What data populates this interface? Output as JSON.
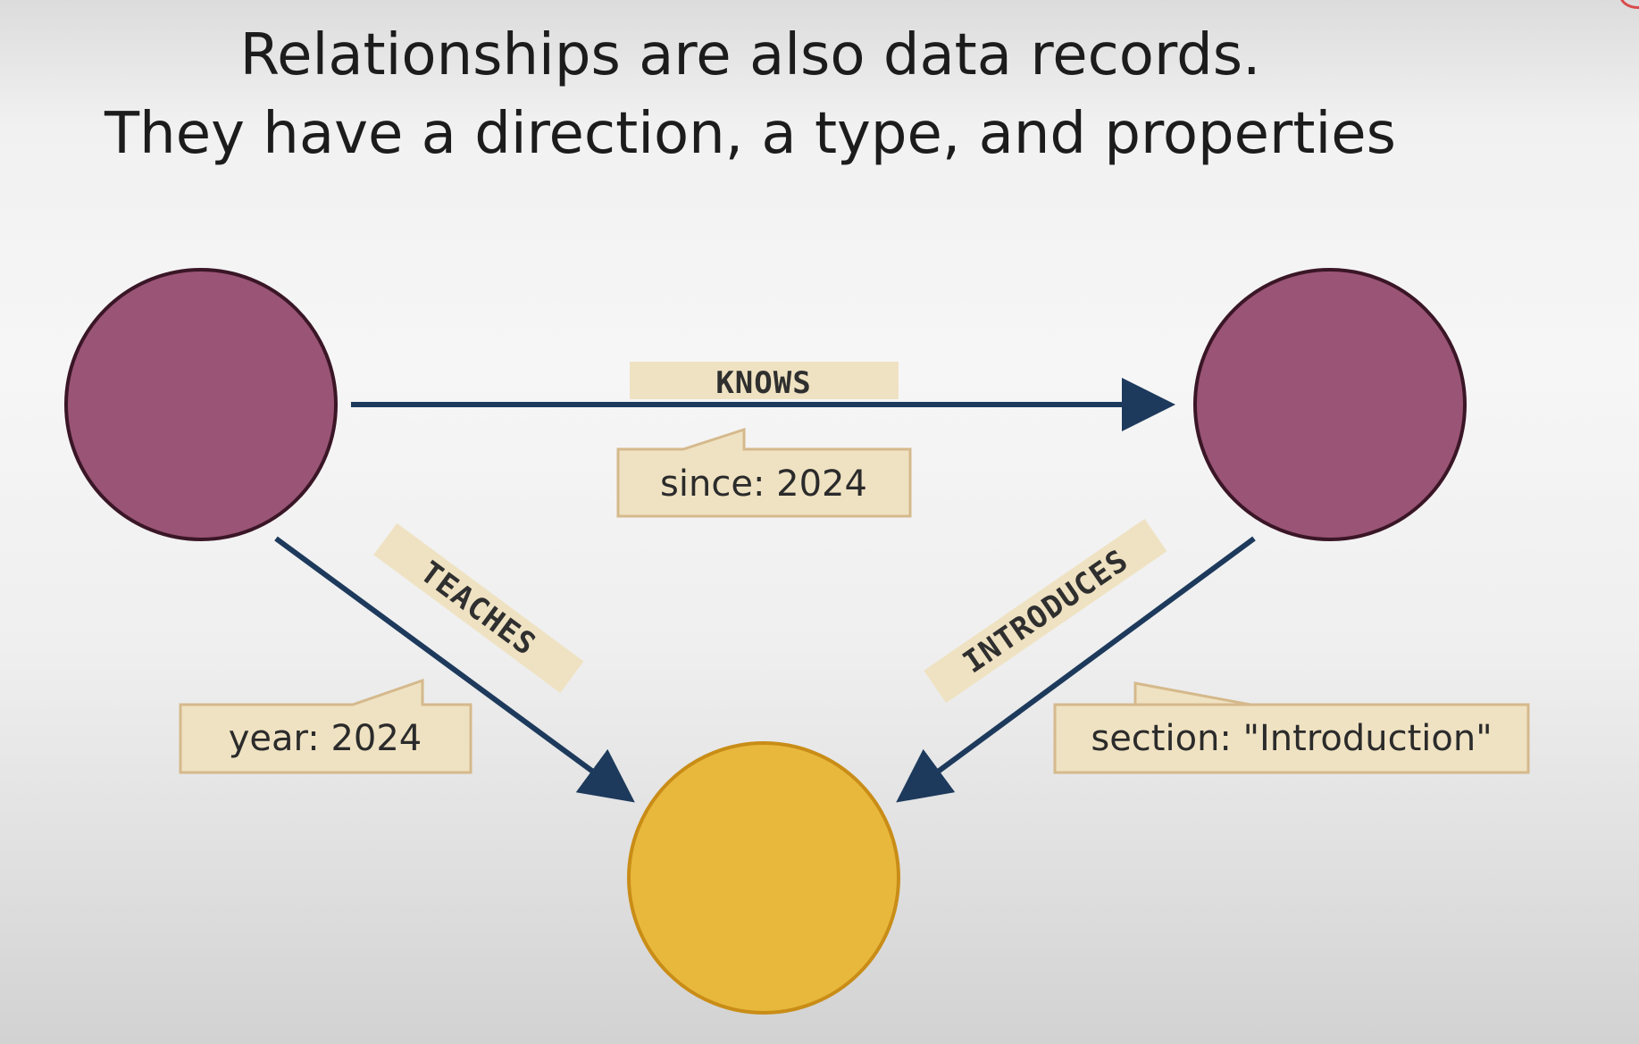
{
  "title": {
    "line1": "Relationships are also data records.",
    "line2": "They have a direction, a type, and properties"
  },
  "colors": {
    "person_node_fill": "#9a5476",
    "person_node_stroke": "#3a1626",
    "course_node_fill": "#e8b83c",
    "course_node_stroke": "#c98d17",
    "arrow": "#1d3a5c",
    "tag_fill": "#efe2c2",
    "tag_stroke": "#d5b98c"
  },
  "relationships": {
    "knows": {
      "type": "KNOWS",
      "property": "since: 2024"
    },
    "teaches": {
      "type": "TEACHES",
      "property": "year: 2024"
    },
    "introduces": {
      "type": "INTRODUCES",
      "property": "section: \"Introduction\""
    }
  }
}
